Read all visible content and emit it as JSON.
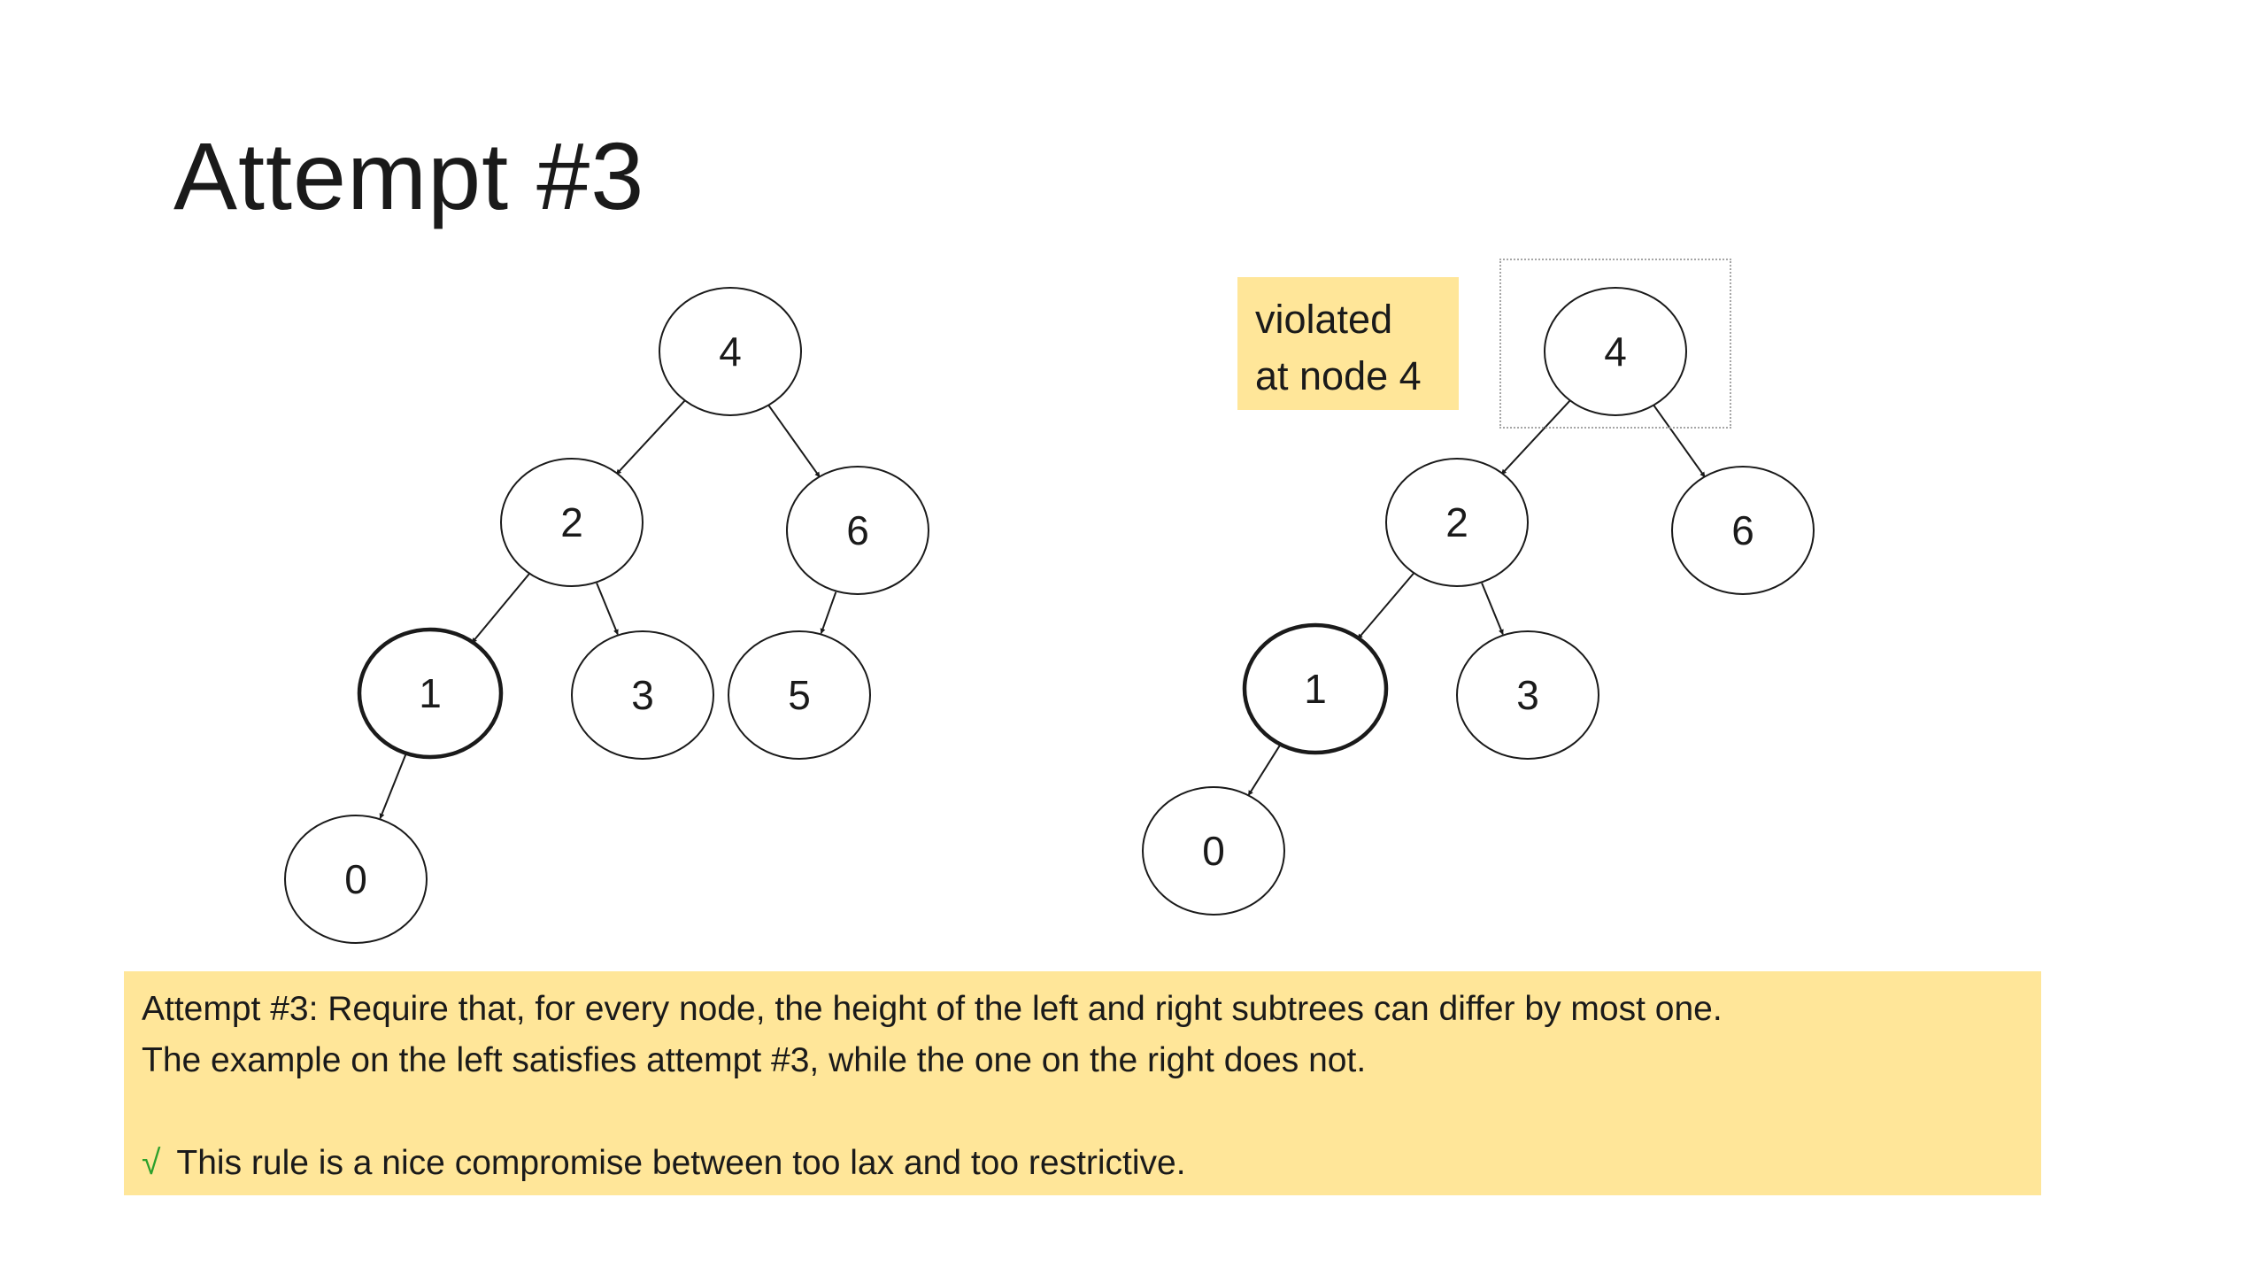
{
  "slide": {
    "title": "Attempt #3"
  },
  "diagrams": {
    "left": {
      "nodes": [
        {
          "id": "n4",
          "label": "4"
        },
        {
          "id": "n2",
          "label": "2"
        },
        {
          "id": "n6",
          "label": "6"
        },
        {
          "id": "n1",
          "label": "1",
          "emphasized": true
        },
        {
          "id": "n3",
          "label": "3"
        },
        {
          "id": "n5",
          "label": "5"
        },
        {
          "id": "n0",
          "label": "0"
        }
      ],
      "edges": [
        [
          "n4",
          "n2"
        ],
        [
          "n4",
          "n6"
        ],
        [
          "n2",
          "n1"
        ],
        [
          "n2",
          "n3"
        ],
        [
          "n6",
          "n5"
        ],
        [
          "n1",
          "n0"
        ]
      ]
    },
    "right": {
      "nodes": [
        {
          "id": "n4",
          "label": "4"
        },
        {
          "id": "n2",
          "label": "2"
        },
        {
          "id": "n6",
          "label": "6"
        },
        {
          "id": "n1",
          "label": "1",
          "emphasized": true
        },
        {
          "id": "n3",
          "label": "3"
        },
        {
          "id": "n0",
          "label": "0"
        }
      ],
      "edges": [
        [
          "n4",
          "n2"
        ],
        [
          "n4",
          "n6"
        ],
        [
          "n2",
          "n1"
        ],
        [
          "n2",
          "n3"
        ],
        [
          "n1",
          "n0"
        ]
      ]
    }
  },
  "callout": {
    "line1": "violated",
    "line2": "at node 4"
  },
  "explanation": {
    "line1": "Attempt #3: Require that, for every node, the height of the left and right subtrees can differ by most one.",
    "line2": "The example on the left satisfies attempt #3, while the one on the right does not.",
    "check_symbol": "√",
    "line3": "This rule is a nice compromise between too lax and too restrictive."
  },
  "colors": {
    "highlight_fill": "#ffe699",
    "check_mark": "#2ca02c",
    "node_stroke": "#1a1a1a",
    "dotted_border": "#a6a6a6"
  }
}
